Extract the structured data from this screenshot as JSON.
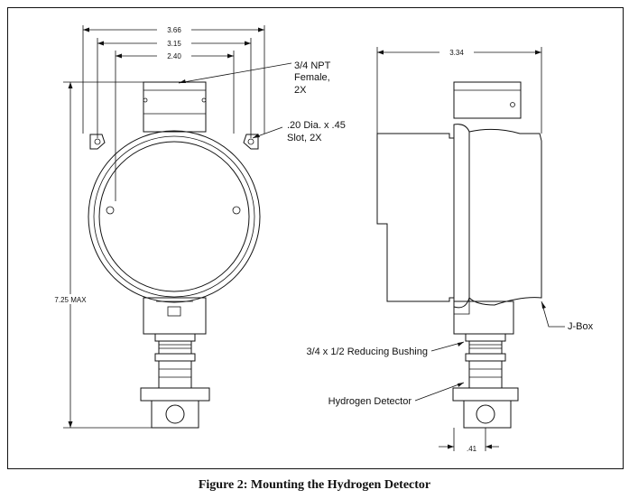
{
  "dimensions": {
    "overall_width": "3.66",
    "slot_spacing": "3.15",
    "hub_width": "2.40",
    "side_depth": "3.34",
    "overall_height": "7.25 MAX",
    "detector_offset": ".41"
  },
  "callouts": {
    "npt_line1": "3/4 NPT",
    "npt_line2": "Female,",
    "npt_line3": "2X",
    "slot_line1": ".20 Dia. x .45",
    "slot_line2": "Slot, 2X",
    "jbox": "J-Box",
    "bushing": "3/4 x 1/2 Reducing Bushing",
    "detector": "Hydrogen Detector"
  },
  "caption": "Figure 2: Mounting the Hydrogen Detector"
}
